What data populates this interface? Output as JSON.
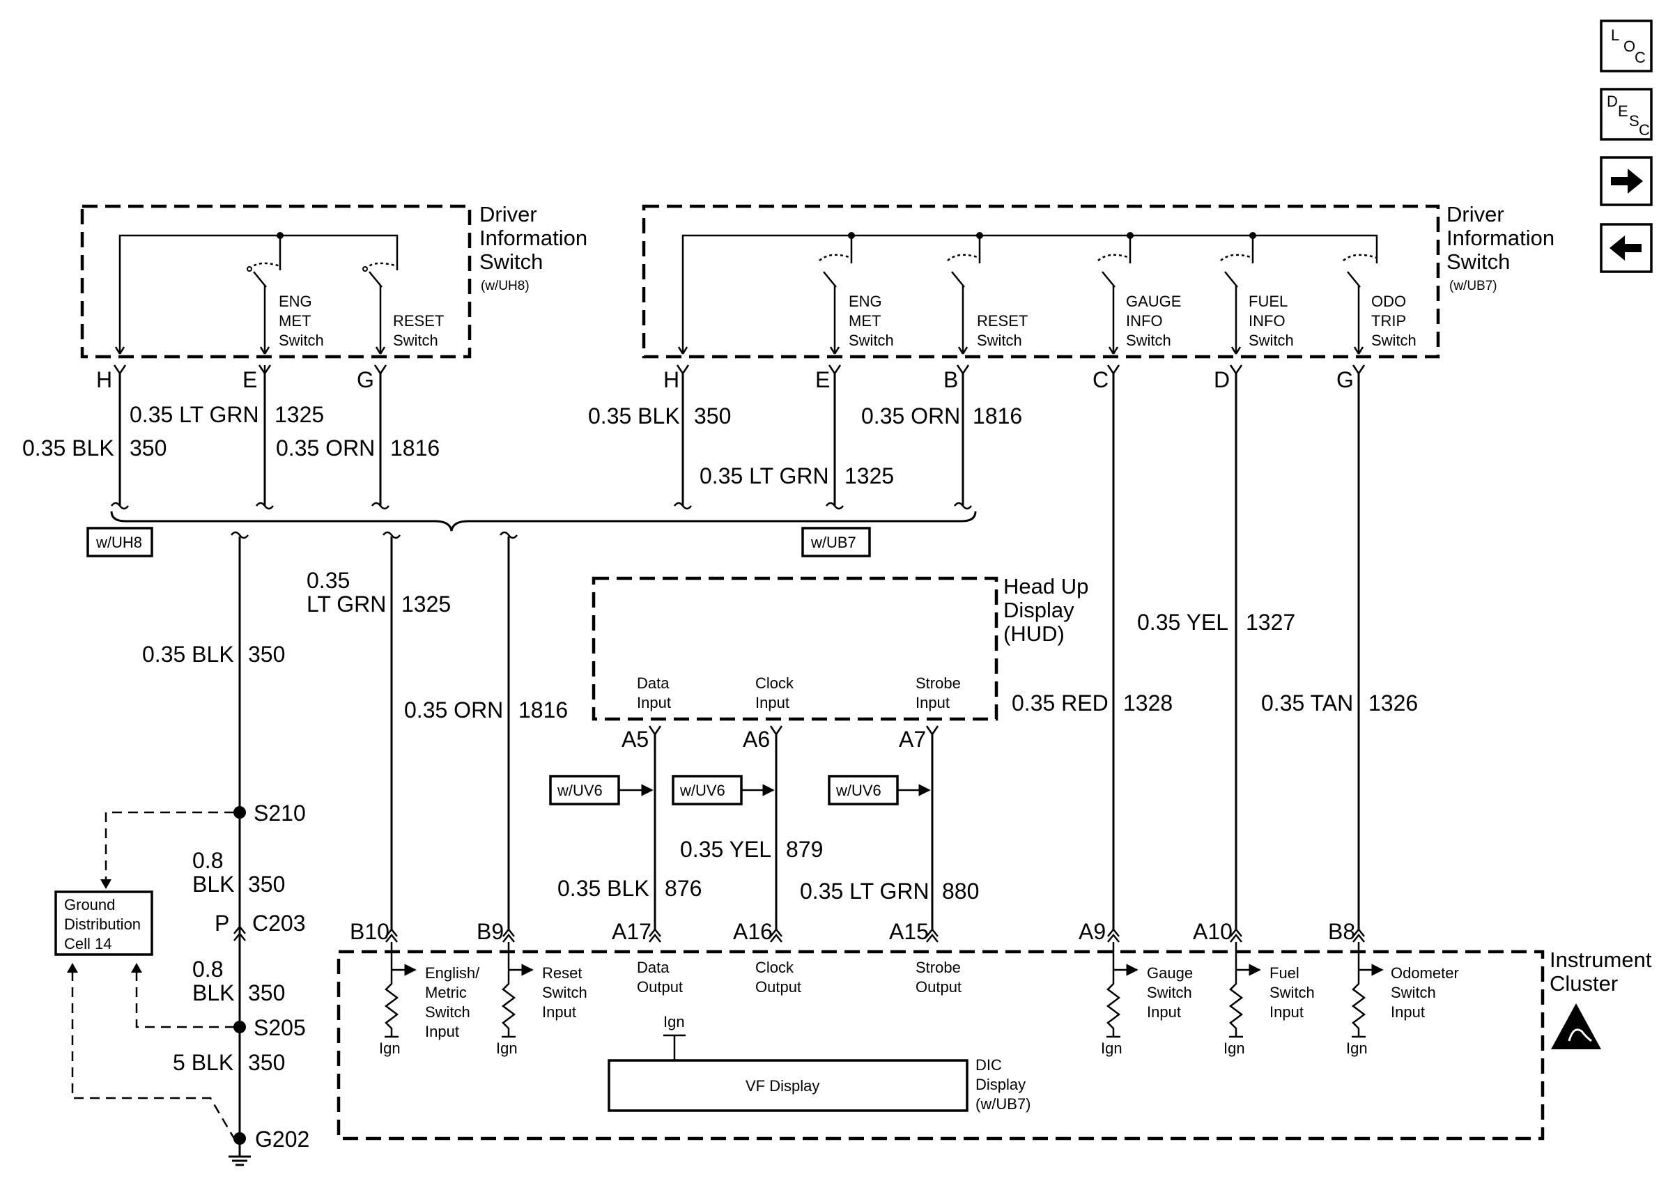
{
  "nav": {
    "loc": {
      "l": "L",
      "o": "O",
      "c": "C"
    },
    "desc": {
      "d": "D",
      "e": "E",
      "s": "S",
      "c": "C"
    },
    "next_icon": "arrow-right-icon",
    "prev_icon": "arrow-left-icon"
  },
  "dis_uh8": {
    "title": [
      "Driver",
      "Information",
      "Switch"
    ],
    "option": "(w/UH8)",
    "switches": [
      {
        "label": [
          "ENG",
          "MET",
          "Switch"
        ]
      },
      {
        "label": [
          "RESET",
          "Switch"
        ]
      }
    ],
    "pins": [
      "H",
      "E",
      "G"
    ],
    "wires": [
      {
        "gauge": "0.35 BLK",
        "circuit": "350"
      },
      {
        "gauge": "0.35 LT GRN",
        "circuit": "1325"
      },
      {
        "gauge": "0.35 ORN",
        "circuit": "1816"
      }
    ],
    "option_tag": "w/UH8"
  },
  "dis_ub7": {
    "title": [
      "Driver",
      "Information",
      "Switch"
    ],
    "option": "(w/UB7)",
    "switches": [
      {
        "label": [
          "ENG",
          "MET",
          "Switch"
        ]
      },
      {
        "label": [
          "RESET",
          "Switch"
        ]
      },
      {
        "label": [
          "GAUGE",
          "INFO",
          "Switch"
        ]
      },
      {
        "label": [
          "FUEL",
          "INFO",
          "Switch"
        ]
      },
      {
        "label": [
          "ODO",
          "TRIP",
          "Switch"
        ]
      }
    ],
    "pins": [
      "H",
      "E",
      "B",
      "C",
      "D",
      "G"
    ],
    "wires": [
      {
        "gauge": "0.35 BLK",
        "circuit": "350"
      },
      {
        "gauge": "0.35 LT GRN",
        "circuit": "1325"
      },
      {
        "gauge": "0.35 ORN",
        "circuit": "1816"
      }
    ],
    "option_tag": "w/UB7"
  },
  "trunk_wires": {
    "blk": {
      "gauge": "0.35 BLK",
      "circuit": "350"
    },
    "ltgrn": {
      "gauge_a": "0.35",
      "gauge_b": "LT GRN",
      "circuit": "1325"
    },
    "orn": {
      "gauge": "0.35 ORN",
      "circuit": "1816"
    },
    "yel": {
      "gauge": "0.35 YEL",
      "circuit": "1327"
    },
    "red": {
      "gauge": "0.35 RED",
      "circuit": "1328"
    },
    "tan": {
      "gauge": "0.35 TAN",
      "circuit": "1326"
    }
  },
  "hud": {
    "title": [
      "Head Up",
      "Display",
      "(HUD)"
    ],
    "inputs": [
      {
        "label": [
          "Data",
          "Input"
        ],
        "pin": "A5"
      },
      {
        "label": [
          "Clock",
          "Input"
        ],
        "pin": "A6"
      },
      {
        "label": [
          "Strobe",
          "Input"
        ],
        "pin": "A7"
      }
    ],
    "option_tag": "w/UV6",
    "wires": [
      {
        "gauge": "0.35 BLK",
        "circuit": "876"
      },
      {
        "gauge": "0.35 YEL",
        "circuit": "879"
      },
      {
        "gauge": "0.35 LT GRN",
        "circuit": "880"
      }
    ]
  },
  "ground": {
    "splice1": "S210",
    "splice2": "S205",
    "connector_pin": "P",
    "connector": "C203",
    "ground": "G202",
    "wire1": {
      "gauge_a": "0.8",
      "gauge_b": "BLK",
      "circuit": "350"
    },
    "wire2": {
      "gauge_a": "0.8",
      "gauge_b": "BLK",
      "circuit": "350"
    },
    "wire3": {
      "gauge": "5 BLK",
      "circuit": "350"
    },
    "cell": [
      "Ground",
      "Distribution",
      "Cell 14"
    ]
  },
  "cluster": {
    "title": [
      "Instrument",
      "Cluster"
    ],
    "pins": [
      "B10",
      "B9",
      "A17",
      "A16",
      "A15",
      "A9",
      "A10",
      "B8"
    ],
    "inputs": [
      {
        "label": [
          "English/",
          "Metric",
          "Switch",
          "Input"
        ]
      },
      {
        "label": [
          "Reset",
          "Switch",
          "Input"
        ]
      },
      {
        "label": [
          "Gauge",
          "Switch",
          "Input"
        ]
      },
      {
        "label": [
          "Fuel",
          "Switch",
          "Input"
        ]
      },
      {
        "label": [
          "Odometer",
          "Switch",
          "Input"
        ]
      }
    ],
    "outputs": [
      {
        "label": [
          "Data",
          "Output"
        ]
      },
      {
        "label": [
          "Clock",
          "Output"
        ]
      },
      {
        "label": [
          "Strobe",
          "Output"
        ]
      }
    ],
    "ign": "Ign",
    "vf_display": "VF Display",
    "dic": [
      "DIC",
      "Display",
      "(w/UB7)"
    ],
    "esd_icon": "esd-warning-icon"
  }
}
